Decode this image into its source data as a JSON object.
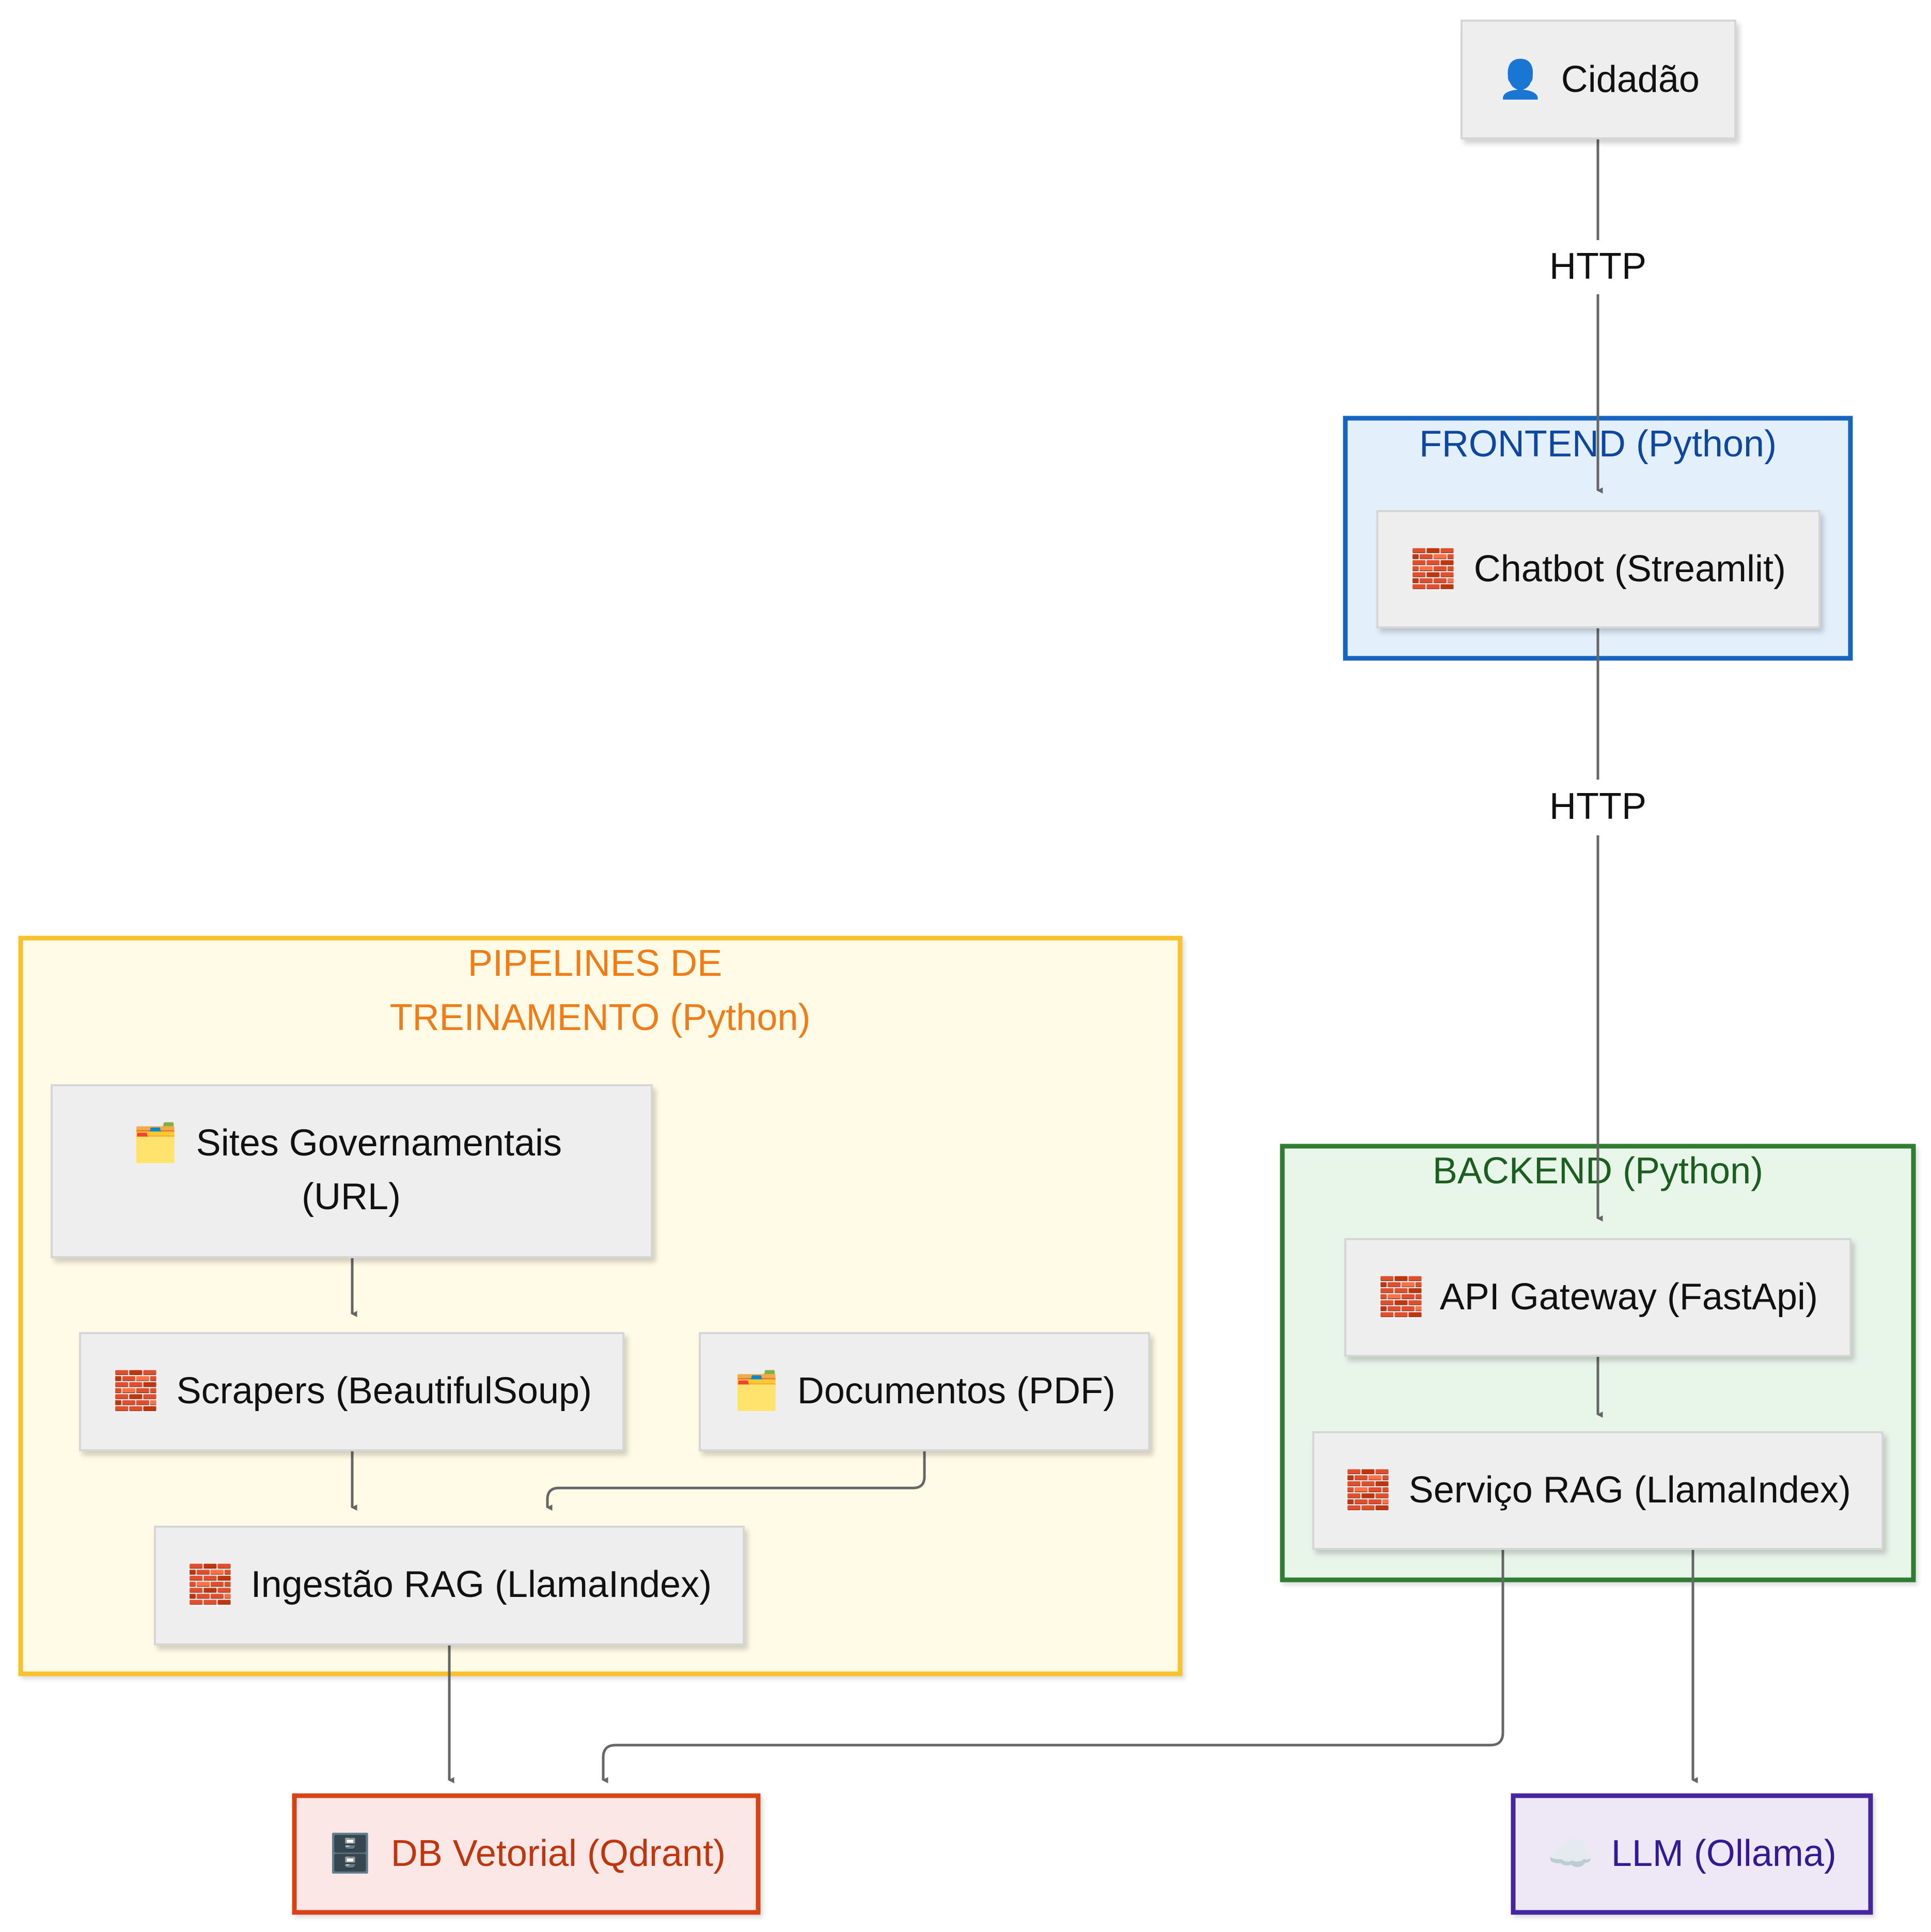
{
  "colors": {
    "node_fill": "#EEEEEE",
    "node_stroke": "#D6D6D6",
    "edge": "#666666",
    "frontend_border": "#1565C0",
    "frontend_fill": "#E3F0FC",
    "frontend_title": "#0D47A1",
    "pipeline_border": "#FBC02D",
    "pipeline_fill": "#FFFBE6",
    "pipeline_title": "#EF7C17",
    "backend_border": "#2E7D32",
    "backend_fill": "#E8F5E9",
    "backend_title": "#1B5E20",
    "db_border": "#D84315",
    "db_fill": "#FBE7E6",
    "db_text": "#BF360C",
    "llm_border": "#4527A0",
    "llm_fill": "#EDE7F6",
    "llm_text": "#311B92"
  },
  "groups": {
    "frontend": {
      "title": "FRONTEND (Python)"
    },
    "pipelines": {
      "title_line1": "PIPELINES DE",
      "title_line2": "TREINAMENTO (Python)"
    },
    "backend": {
      "title": "BACKEND (Python)"
    }
  },
  "nodes": {
    "cidadao": {
      "icon": "person-icon",
      "glyph": "👤",
      "label": "Cidadão"
    },
    "chatbot": {
      "icon": "brick-icon",
      "glyph": "🧱",
      "label": "Chatbot (Streamlit)"
    },
    "sites": {
      "icon": "folder-icon",
      "glyph": "🗂️",
      "label_line1": "Sites Governamentais",
      "label_line2": "(URL)"
    },
    "scrapers": {
      "icon": "brick-icon",
      "glyph": "🧱",
      "label": "Scrapers (BeautifulSoup)"
    },
    "documentos": {
      "icon": "folder-icon",
      "glyph": "🗂️",
      "label": "Documentos (PDF)"
    },
    "ingestao": {
      "icon": "brick-icon",
      "glyph": "🧱",
      "label": "Ingestão RAG (LlamaIndex)"
    },
    "api_gateway": {
      "icon": "brick-icon",
      "glyph": "🧱",
      "label": "API Gateway (FastApi)"
    },
    "servico_rag": {
      "icon": "brick-icon",
      "glyph": "🧱",
      "label": "Serviço RAG (LlamaIndex)"
    },
    "db_vetorial": {
      "icon": "database-icon",
      "glyph": "🗄️",
      "label": "DB Vetorial (Qdrant)"
    },
    "llm": {
      "icon": "cloud-icon",
      "glyph": "☁️",
      "label": "LLM (Ollama)"
    }
  },
  "edges": {
    "cidadao_chatbot": {
      "label": "HTTP"
    },
    "chatbot_api": {
      "label": "HTTP"
    }
  }
}
